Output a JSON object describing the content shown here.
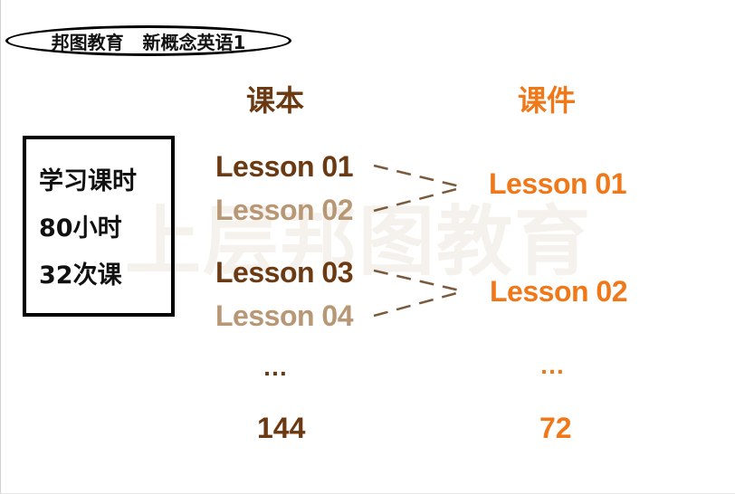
{
  "brand": {
    "text": "邦图教育   新概念英语1"
  },
  "watermark": {
    "text": "上层邦图教育"
  },
  "hours_box": {
    "lines": [
      "学习课时",
      "80小时",
      "32次课"
    ]
  },
  "textbook": {
    "heading": "课本",
    "lessons": [
      "Lesson 01",
      "Lesson 02",
      "Lesson 03",
      "Lesson 04"
    ],
    "ellipsis": "…",
    "total": "144"
  },
  "courseware": {
    "heading": "课件",
    "lessons": [
      "Lesson 01",
      "Lesson 02"
    ],
    "ellipsis": "…",
    "total": "72"
  },
  "colors": {
    "textbook_dark": "#6b3a12",
    "textbook_light": "#b89775",
    "courseware": "#f07818",
    "arrow": "#7a5a3a"
  }
}
